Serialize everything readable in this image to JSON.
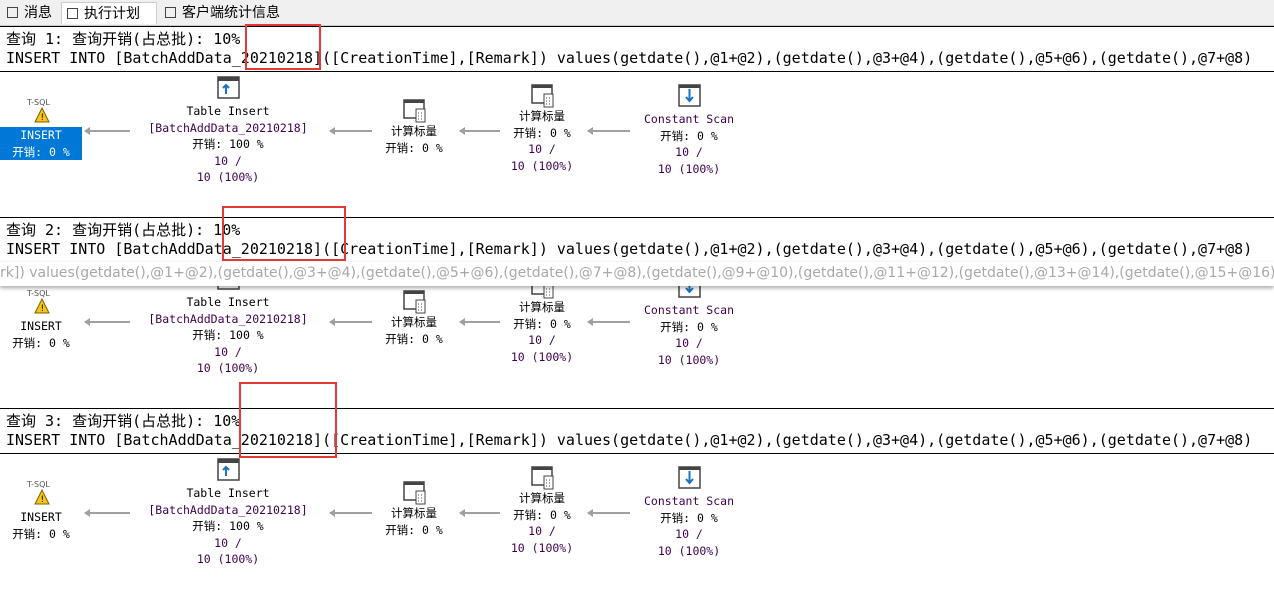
{
  "tabs": [
    {
      "label": "消息",
      "icon": "messages-icon"
    },
    {
      "label": "执行计划",
      "icon": "execution-plan-icon",
      "active": true
    },
    {
      "label": "客户端统计信息",
      "icon": "client-stats-icon"
    }
  ],
  "queries": [
    {
      "title": "查询 1: 查询开销(占总批): 10%",
      "sql": "INSERT INTO [BatchAddData_20210218]([CreationTime],[Remark]) values(getdate(),@1+@2),(getdate(),@3+@4),(getdate(),@5+@6),(getdate(),@7+@8)",
      "selected": true
    },
    {
      "title": "查询 2: 查询开销(占总批): 10%",
      "sql": "INSERT INTO [BatchAddData_20210218]([CreationTime],[Remark]) values(getdate(),@1+@2),(getdate(),@3+@4),(getdate(),@5+@6),(getdate(),@7+@8)",
      "selected": false
    },
    {
      "title": "查询 3: 查询开销(占总批): 10%",
      "sql": "INSERT INTO [BatchAddData_20210218]([CreationTime],[Remark]) values(getdate(),@1+@2),(getdate(),@3+@4),(getdate(),@5+@6),(getdate(),@7+@8)",
      "selected": false
    }
  ],
  "plan": {
    "insert": {
      "badge": "T-SQL",
      "label": "INSERT",
      "cost": "开销: 0 %"
    },
    "table_insert": {
      "label": "Table Insert",
      "object": "[BatchAddData_20210218]",
      "cost": "开销: 100 %",
      "rows1": "10 /",
      "rows2": "10 (100%)"
    },
    "compute1": {
      "label": "计算标量",
      "cost": "开销: 0 %"
    },
    "compute2": {
      "label": "计算标量",
      "cost": "开销: 0 %",
      "rows1": "10 /",
      "rows2": "10 (100%)"
    },
    "constant_scan": {
      "label": "Constant Scan",
      "cost": "开销: 0 %",
      "rows1": "10 /",
      "rows2": "10 (100%)"
    }
  },
  "tooltip": "rk]) values(getdate(),@1+@2),(getdate(),@3+@4),(getdate(),@5+@6),(getdate(),@7+@8),(getdate(),@9+@10),(getdate(),@11+@12),(getdate(),@13+@14),(getdate(),@15+@16)",
  "colors": {
    "selected": "#0078d7",
    "highlight": "#e53935"
  }
}
